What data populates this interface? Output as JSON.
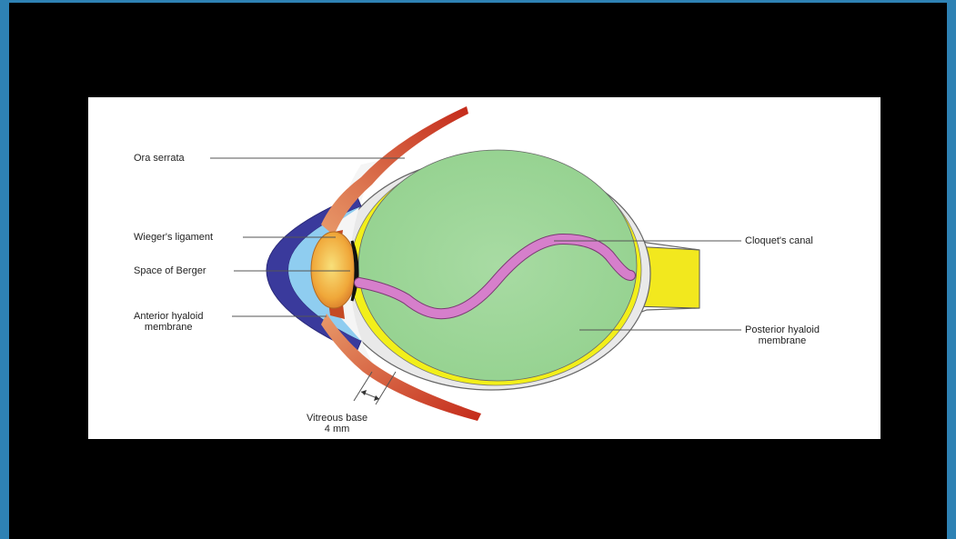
{
  "labels": {
    "ora_serrata": "Ora serrata",
    "wiegers_ligament": "Wieger's ligament",
    "space_of_berger": "Space of Berger",
    "anterior_hyaloid_membrane": "Anterior hyaloid\nmembrane",
    "cloquets_canal": "Cloquet's canal",
    "posterior_hyaloid_membrane": "Posterior hyaloid\nmembrane",
    "vitreous_base": "Vitreous base\n4 mm"
  },
  "colors": {
    "frame": "#2e82b4",
    "slide_background": "#000000",
    "sclera": "#e8e8e8",
    "retina": "#f2ef1a",
    "vitreous": "#9fd79b",
    "cloquets_canal": "#d67fcb",
    "lens": "#f2b64a",
    "cornea": "#3d3d9e",
    "aqueous": "#8fcdf0",
    "ciliary_body": "#c8552a",
    "optic_nerve": "#f2e81e"
  }
}
